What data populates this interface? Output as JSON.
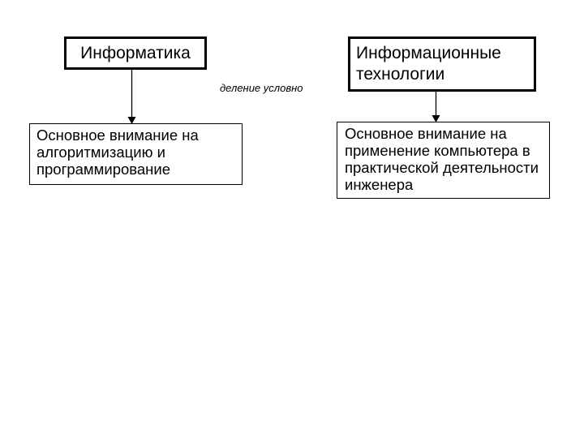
{
  "slide": {
    "background_color": "#ffffff",
    "border_color": "#000000",
    "text_color": "#000000"
  },
  "diagram": {
    "top_left_box": {
      "label": "Информатика"
    },
    "top_right_box": {
      "lines": [
        "Информационные",
        "технологии"
      ]
    },
    "caption": "деление условно",
    "bottom_left_box": {
      "lines": [
        "Основное внимание на",
        "алгоритмизацию и",
        "программирование"
      ]
    },
    "bottom_right_box": {
      "lines": [
        "Основное внимание на",
        "применение компьютера в",
        "практической деятельности",
        "инженера"
      ]
    },
    "connectors": [
      {
        "icon": "down-arrow-icon",
        "from": "top_left_box",
        "to": "bottom_left_box"
      },
      {
        "icon": "down-arrow-icon",
        "from": "top_right_box",
        "to": "bottom_right_box"
      }
    ]
  }
}
